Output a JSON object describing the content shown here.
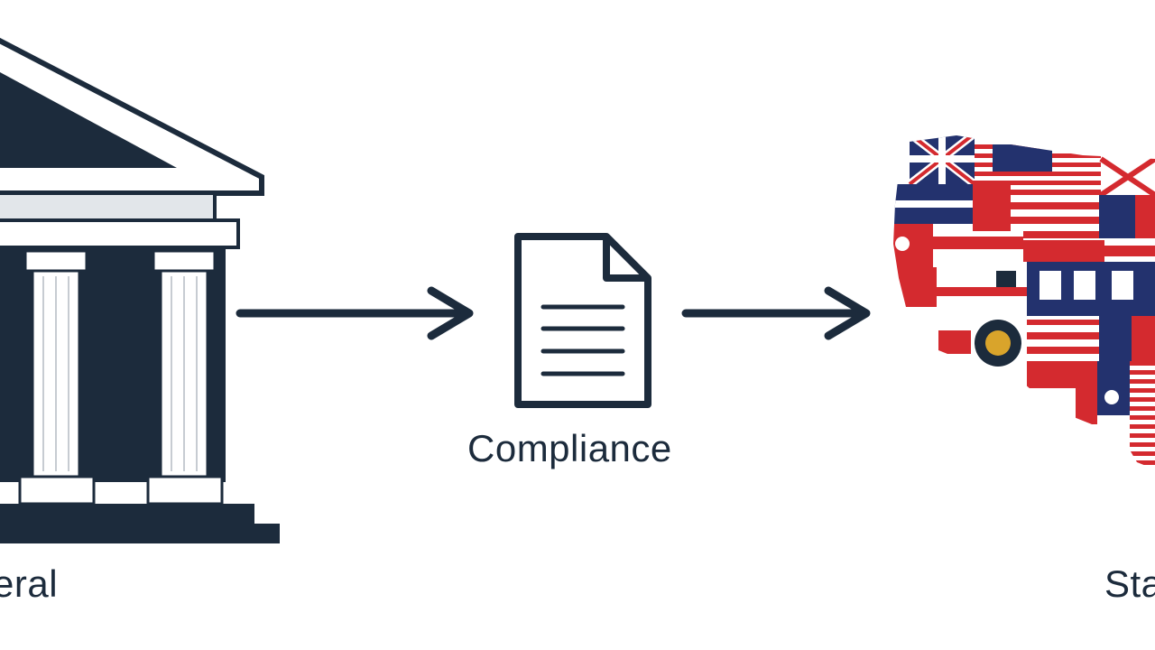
{
  "diagram": {
    "labels": {
      "left": "eral",
      "center": "Compliance",
      "right": "Sta"
    },
    "colors": {
      "ink": "#1c2b3c",
      "flag_red": "#d42a2f",
      "flag_blue": "#23326e",
      "background": "#ffffff"
    },
    "icons": {
      "left": "government-building-icon",
      "center": "document-icon",
      "right": "state-flags-map-icon"
    }
  }
}
